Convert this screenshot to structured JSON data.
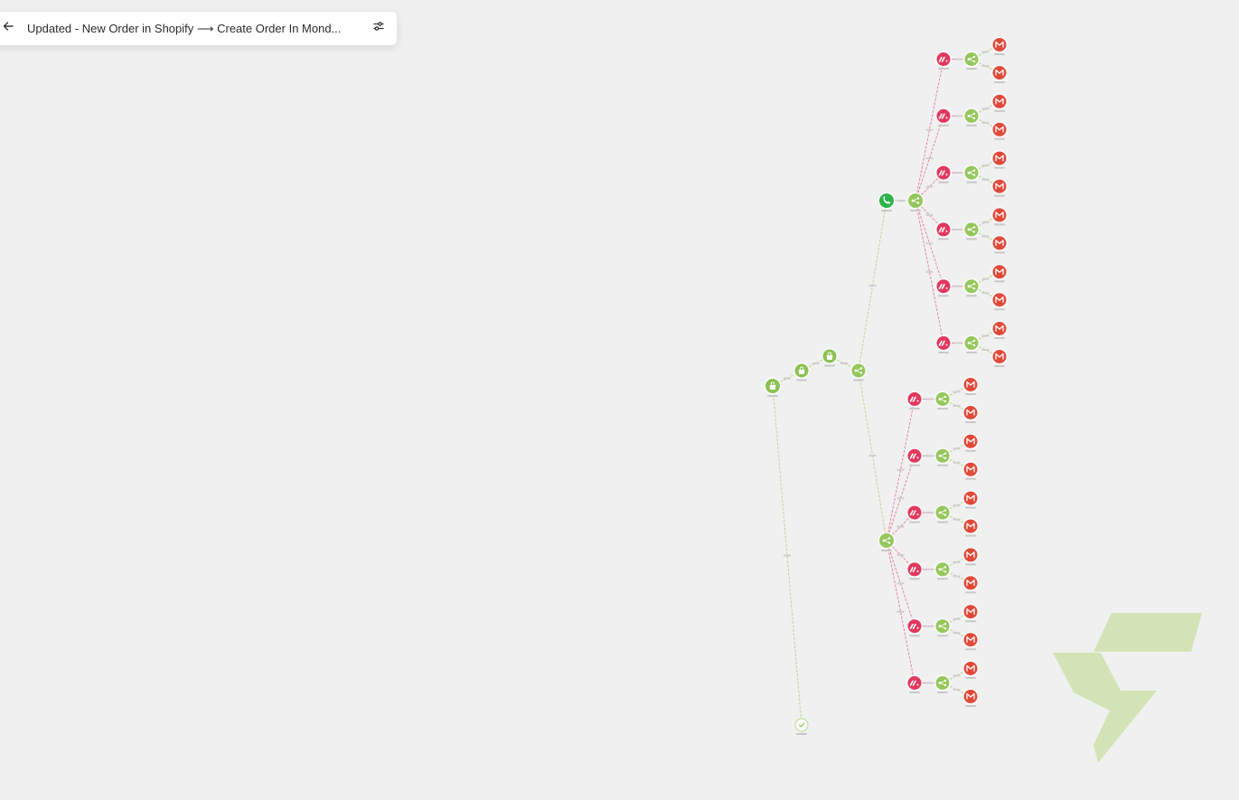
{
  "header": {
    "back_icon": "arrow-left-icon",
    "title": "Updated - New Order in Shopify ⟶ Create Order In Mond...",
    "settings_icon": "sliders-icon"
  },
  "colors": {
    "background": "#f0f0f0",
    "shopify_green": "#8cc152",
    "router_green": "#95c75c",
    "phone_green": "#2bb34a",
    "monday_pink": "#e2375d",
    "gmail_red": "#e04a3a",
    "link_green": "#b7d68c",
    "link_pink": "#e57d94",
    "logo_green": "#d3e3b6"
  },
  "flow": {
    "root": {
      "id": "shopify-trigger",
      "icon": "shopify-bag-icon"
    },
    "chain": [
      {
        "id": "shopify-step-2",
        "icon": "shopify-bag-icon"
      },
      {
        "id": "shopify-step-3",
        "icon": "shopify-bag-icon"
      },
      {
        "id": "router-main",
        "icon": "router-icon"
      }
    ],
    "end_node": {
      "id": "flow-end",
      "icon": "check-icon"
    },
    "upper_branch": {
      "head": {
        "id": "phone-node",
        "icon": "phone-icon"
      },
      "router": {
        "id": "router-upper",
        "icon": "router-icon"
      },
      "rows": 6
    },
    "lower_branch": {
      "router": {
        "id": "router-lower",
        "icon": "router-icon"
      },
      "rows": 6
    },
    "row_pattern": [
      "monday-icon",
      "router-icon",
      "gmail-icon",
      "gmail-icon"
    ]
  },
  "watermark": {
    "icon": "brand-logo-icon"
  }
}
